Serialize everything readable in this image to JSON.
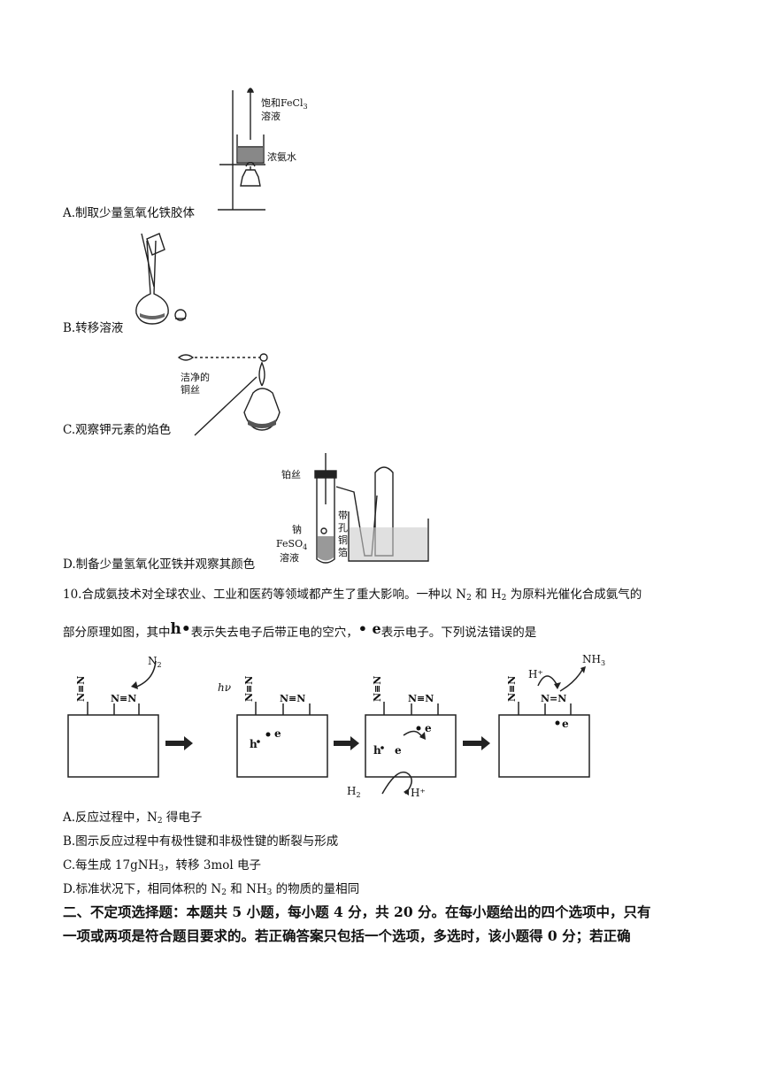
{
  "q9": {
    "a": {
      "label": "A.制取少量氢氧化铁胶体",
      "fig_label_1": "饱和FeCl",
      "fig_label_1_sub": "3",
      "fig_label_2": "溶液",
      "fig_label_3": "浓氨水"
    },
    "b": {
      "label": "B.转移溶液"
    },
    "c": {
      "label": "C.观察钾元素的焰色",
      "fig_label_1": "洁净的",
      "fig_label_2": "铜丝"
    },
    "d": {
      "label": "D.制备少量氢氧化亚铁并观察其颜色",
      "fig_label_1": "铂丝",
      "fig_label_2": "钠",
      "fig_label_3": "FeSO",
      "fig_label_3_sub": "4",
      "fig_label_4": "溶液",
      "fig_label_5": "带",
      "fig_label_6": "孔",
      "fig_label_7": "铜",
      "fig_label_8": "箔"
    }
  },
  "q10": {
    "line1_a": "10.合成氨技术对全球农业、工业和医药等领域都产生了重大影响。一种以 N",
    "line1_sub1": "2",
    "line1_b": " 和 H",
    "line1_sub2": "2",
    "line1_c": " 为原料光催化合成氨气的",
    "line2_a": "部分原理如图，其中",
    "line2_b": "表示失去电子后带正电的空穴，",
    "line2_c": "表示电子。下列说法错误的是",
    "symbol_hole": "h",
    "symbol_electron": "e",
    "diagram": {
      "n2_label": "N",
      "n2_sub": "2",
      "hv_label": "hν",
      "h2_label": "H",
      "h2_sub": "2",
      "hplus_label": "H⁺",
      "nh3_label": "NH",
      "nh3_sub": "3",
      "nn_triple": "N≡N",
      "nn_double": "N=N"
    },
    "opt_a_1": "A.反应过程中，N",
    "opt_a_sub": "2",
    "opt_a_2": " 得电子",
    "opt_b": "B.图示反应过程中有极性键和非极性键的断裂与形成",
    "opt_c_1": "C.每生成 17gNH",
    "opt_c_sub": "3",
    "opt_c_2": "，转移 3mol 电子",
    "opt_d_1": "D.标准状况下，相同体积的 N",
    "opt_d_sub1": "2",
    "opt_d_2": " 和 NH",
    "opt_d_sub2": "3",
    "opt_d_3": " 的物质的量相同"
  },
  "section2": {
    "line1": "二、不定项选择题：本题共 5 小题，每小题 4 分，共 20 分。在每小题给出的四个选项中，只有",
    "line2": "一项或两项是符合题目要求的。若正确答案只包括一个选项，多选时，该小题得 0 分；若正确"
  }
}
